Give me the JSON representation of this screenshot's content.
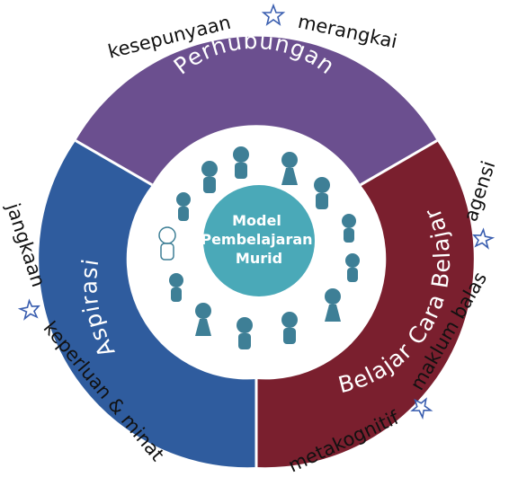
{
  "center": {
    "lines": [
      "Model",
      "Pembelajaran",
      "Murid"
    ]
  },
  "segments": [
    {
      "label": "Perhubungan",
      "color": "#6b4f8f",
      "accent": "#7e64a6"
    },
    {
      "label": "Belajar Cara Belajar",
      "color": "#7a1f2e",
      "accent": "#8e2a3a"
    },
    {
      "label": "Aspirasi",
      "color": "#2f5c9e",
      "accent": "#3a6db4"
    }
  ],
  "outer_labels": {
    "top_left": "kesepunyaan",
    "top_right": "merangkai",
    "right_top": "agensi",
    "right_bottom": "maklum balas",
    "bottom_right": "metakognitif",
    "left_top": "jangkaan",
    "left_bottom": "keperluan & minat"
  },
  "colors": {
    "center_circle": "#4aa9b8",
    "inner_ring_bg": "#ffffff",
    "kids": "#3e7f96",
    "star_stroke": "#3b5fb0"
  },
  "icons": [
    "star-icon",
    "child-figure-icon"
  ]
}
